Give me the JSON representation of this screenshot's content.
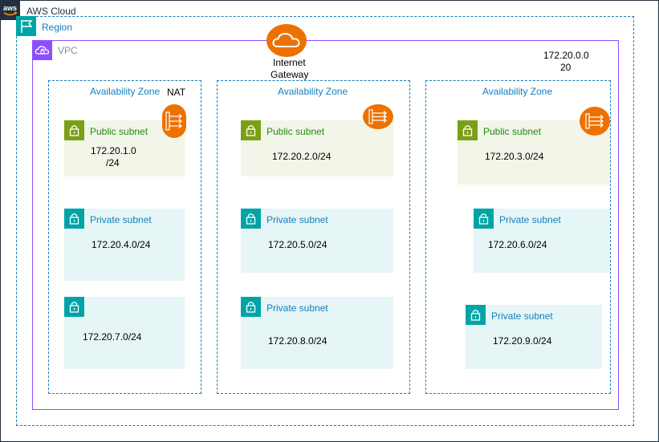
{
  "cloud": {
    "label": "AWS Cloud",
    "icon": "aws-logo-icon"
  },
  "region": {
    "label": "Region",
    "icon": "region-flag-icon",
    "color": "#147eba"
  },
  "vpc": {
    "label": "VPC",
    "icon": "vpc-cloud-icon",
    "color": "#8c4fff",
    "cidr_line1": "172.20.0.0",
    "cidr_line2": "20"
  },
  "internet_gateway": {
    "line1": "Internet",
    "line2": "Gateway",
    "icon": "internet-gateway-icon"
  },
  "nat_label": "NAT",
  "availability_zones": [
    {
      "label": "Availability Zone",
      "public_subnet": {
        "label": "Public subnet",
        "cidr_line1": "172.20.1.0",
        "cidr_line2": "/24"
      },
      "private_subnets": [
        {
          "label": "Private subnet",
          "cidr": "172.20.4.0/24"
        },
        {
          "label": "",
          "cidr": "172.20.7.0/24"
        }
      ]
    },
    {
      "label": "Availability Zone",
      "public_subnet": {
        "label": "Public subnet",
        "cidr": "172.20.2.0/24"
      },
      "private_subnets": [
        {
          "label": "Private subnet",
          "cidr": "172.20.5.0/24"
        },
        {
          "label": "Private subnet",
          "cidr": "172.20.8.0/24"
        }
      ]
    },
    {
      "label": "Availability Zone",
      "public_subnet": {
        "label": "Public subnet",
        "cidr": "172.20.3.0/24"
      },
      "private_subnets": [
        {
          "label": "Private subnet",
          "cidr": "172.20.6.0/24"
        },
        {
          "label": "Private subnet",
          "cidr": "172.20.9.0/24"
        }
      ]
    }
  ],
  "colors": {
    "public_subnet_bg": "#f2f6e8",
    "private_subnet_bg": "#e6f6f7",
    "public_accent": "#7aa116",
    "private_accent": "#00a4a6",
    "nat_orange": "#ed7100"
  }
}
